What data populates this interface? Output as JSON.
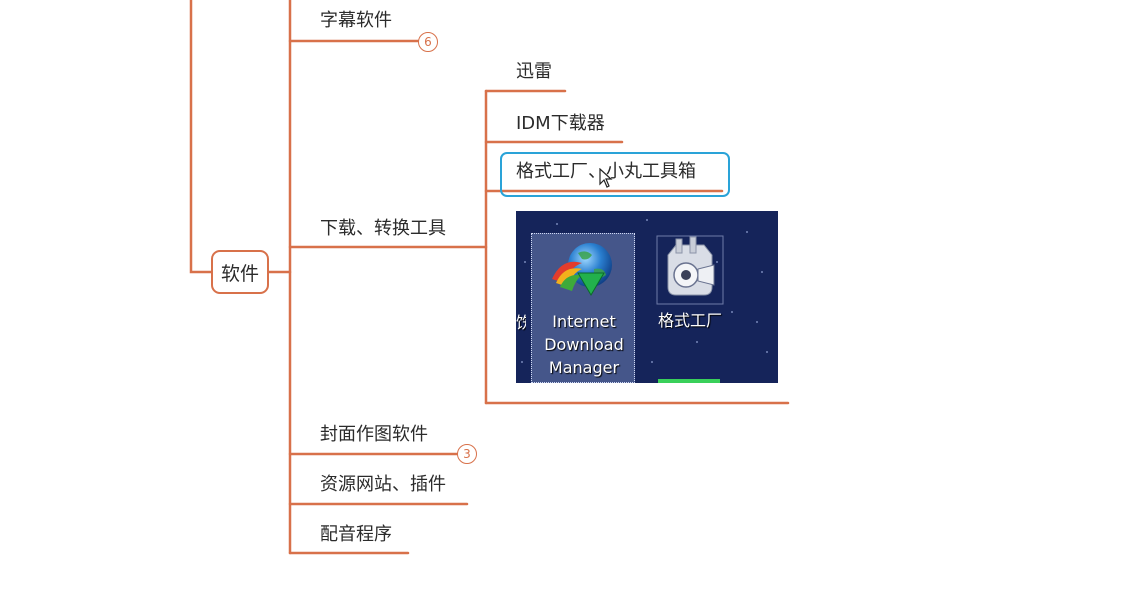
{
  "mindmap": {
    "root": {
      "label": "软件"
    },
    "branches": [
      {
        "label": "字幕软件",
        "badge": "6"
      },
      {
        "label": "下载、转换工具",
        "children": [
          {
            "label": "迅雷"
          },
          {
            "label": "IDM下载器"
          },
          {
            "label": "格式工厂、小丸工具箱",
            "selected": true
          }
        ],
        "image": {
          "icons": [
            {
              "name": "internet-download-manager-icon",
              "label_lines": [
                "Internet",
                "Download",
                "Manager"
              ]
            },
            {
              "name": "format-factory-icon",
              "label": "格式工厂"
            }
          ],
          "partial_label": "饬"
        }
      },
      {
        "label": "封面作图软件",
        "badge": "3"
      },
      {
        "label": "资源网站、插件"
      },
      {
        "label": "配音程序"
      }
    ]
  },
  "colors": {
    "branch_line": "#d8714a",
    "selection_border": "#2aa3d8",
    "desktop_background": "#15245a"
  }
}
